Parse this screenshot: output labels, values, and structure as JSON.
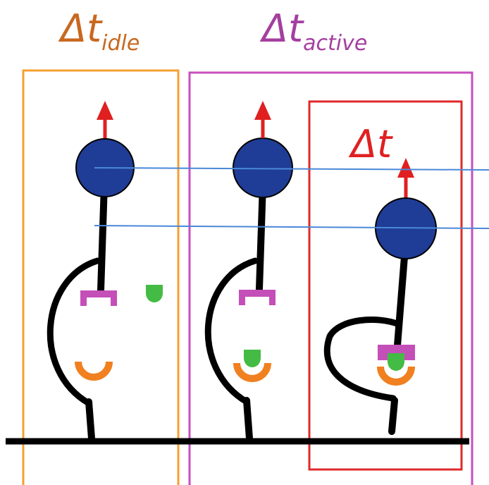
{
  "labels": {
    "idle": {
      "delta": "Δ",
      "t": "t",
      "sub": "idle"
    },
    "active": {
      "delta": "Δ",
      "t": "t",
      "sub": "active"
    },
    "dt": {
      "delta": "Δ",
      "t": "t"
    }
  },
  "colors": {
    "idle": "#c8681f",
    "active": "#a43fa0",
    "dt": "#e02020",
    "idle_box": "#f5a031",
    "active_box": "#c84fbf",
    "dt_box": "#e02828",
    "head": "#1f3d96",
    "arrow": "#e02020",
    "magenta_part": "#c44fb8",
    "green_part": "#44bb44",
    "orange_part": "#f08020",
    "ref_line": "#4a88d8",
    "ground": "#000000"
  }
}
